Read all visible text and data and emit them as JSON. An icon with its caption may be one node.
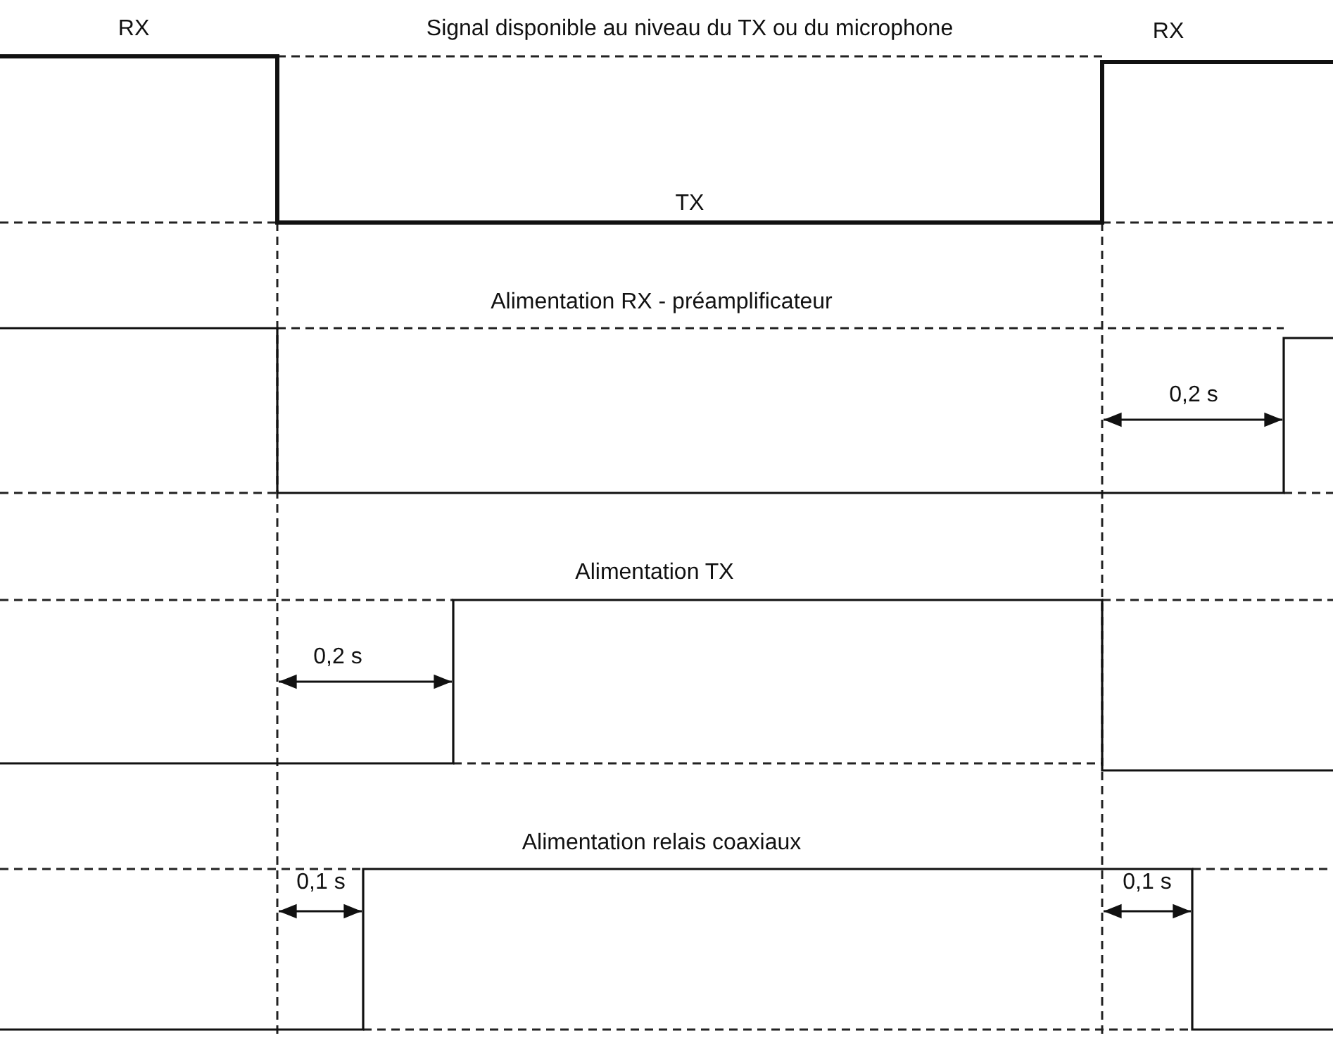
{
  "diagram": {
    "labels": [
      "RX",
      "Signal disponible au niveau du TX ou du microphone",
      "RX",
      "TX",
      "Alimentation RX - préamplificateur",
      "0,2 s",
      "Alimentation TX",
      "0,2 s",
      "Alimentation relais coaxiaux",
      "0,1 s",
      "0,1 s"
    ]
  }
}
